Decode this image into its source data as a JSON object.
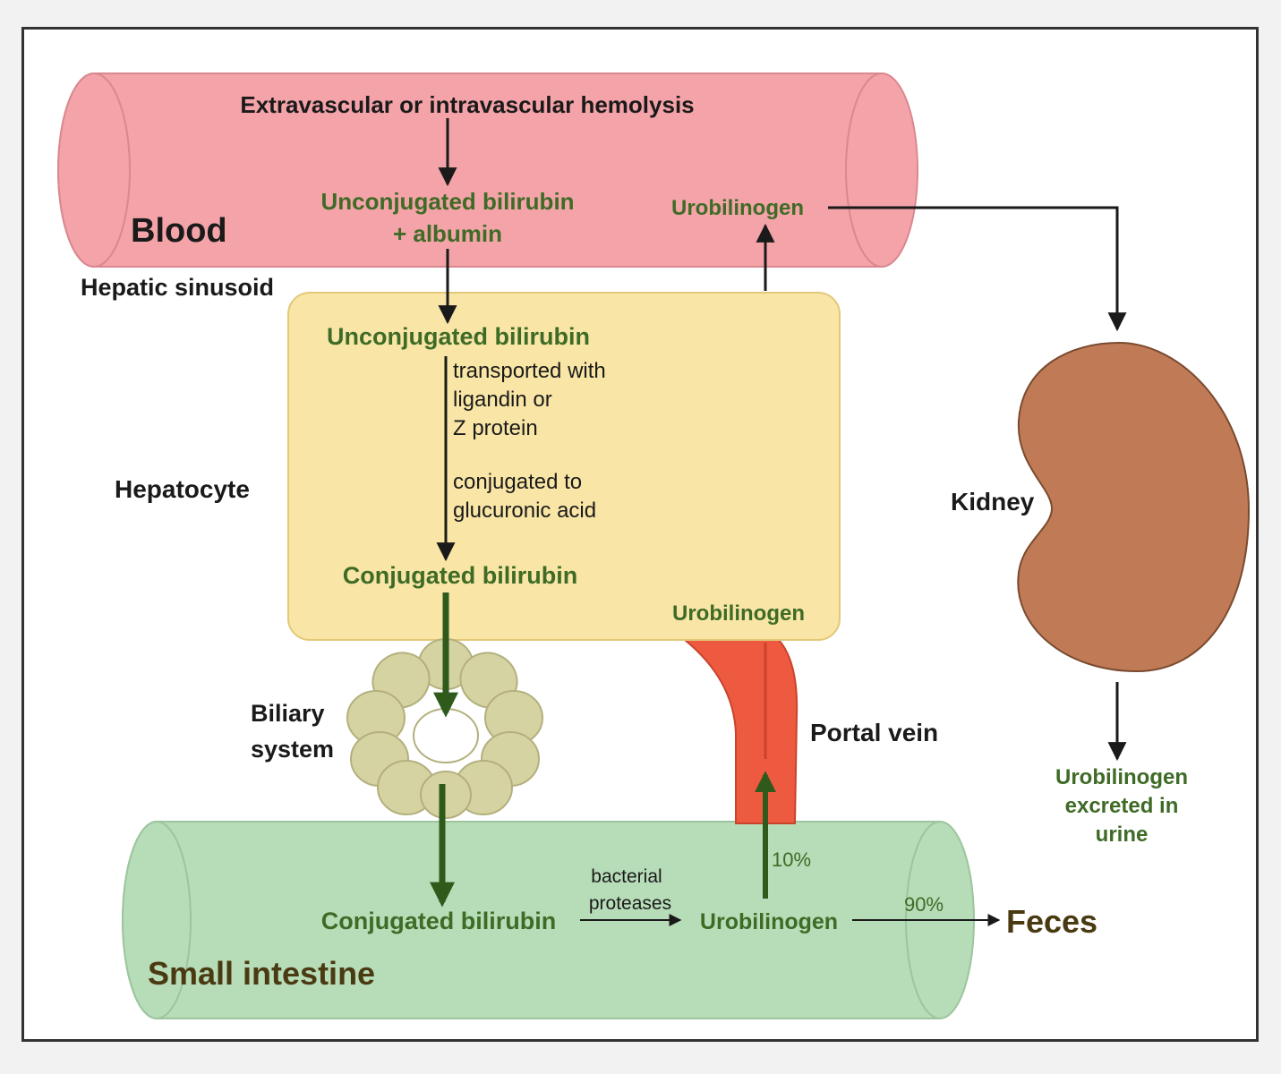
{
  "colors": {
    "blood_vessel": "#f4a3a8",
    "hepatocyte": "#f9e6a6",
    "intestine": "#b7dcb8",
    "kidney": "#c07b56",
    "portal_vein": "#ee5a3f",
    "biliary": "#d6d3a2",
    "label_green": "#3e6b26",
    "label_brown": "#4a3a12"
  },
  "regions": {
    "blood": "Blood",
    "hepatic_sinusoid": "Hepatic sinusoid",
    "hepatocyte": "Hepatocyte",
    "biliary_system_line1": "Biliary",
    "biliary_system_line2": "system",
    "small_intestine": "Small intestine",
    "portal_vein": "Portal vein",
    "kidney": "Kidney"
  },
  "nodes": {
    "hemolysis": "Extravascular or intravascular hemolysis",
    "unconj_albumin_line1": "Unconjugated bilirubin",
    "unconj_albumin_line2": "+ albumin",
    "urobilinogen_blood": "Urobilinogen",
    "unconj_hepatocyte": "Unconjugated bilirubin",
    "conj_hepatocyte": "Conjugated bilirubin",
    "urobilinogen_hepatocyte": "Urobilinogen",
    "conj_intestine": "Conjugated bilirubin",
    "urobilinogen_intestine": "Urobilinogen",
    "feces": "Feces",
    "urine_line1": "Urobilinogen",
    "urine_line2": "excreted in",
    "urine_line3": "urine"
  },
  "annotations": {
    "transport_line1": "transported with",
    "transport_line2": "ligandin or",
    "transport_line3": "Z protein",
    "conjugation_line1": "conjugated to",
    "conjugation_line2": "glucuronic acid",
    "bacterial_line1": "bacterial",
    "bacterial_line2": "proteases",
    "pct_portal": "10%",
    "pct_feces": "90%"
  }
}
